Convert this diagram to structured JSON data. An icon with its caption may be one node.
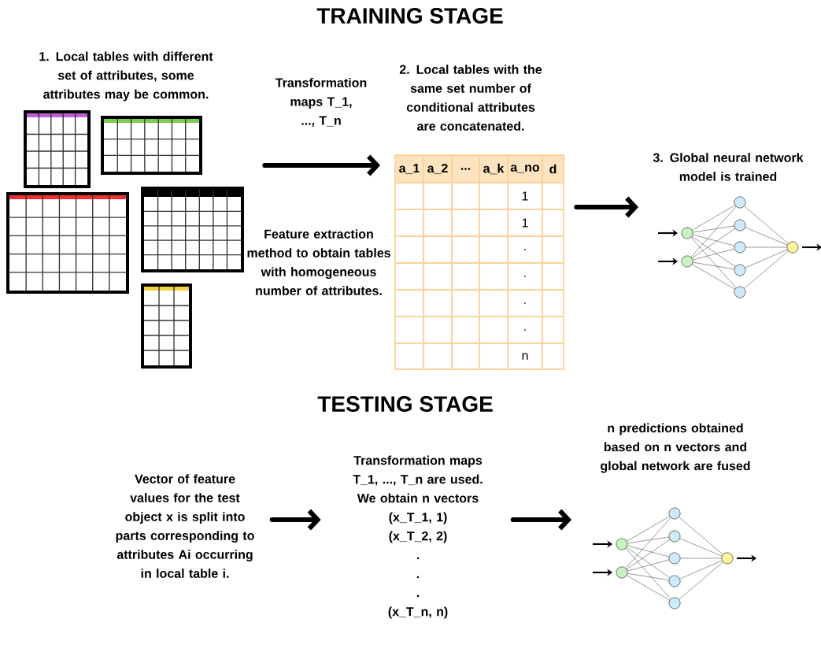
{
  "diagram": {
    "title": "TRAINING STAGE",
    "nodes": [
      {
        "text": [
          "1. Local tables with different set of attributes, some attributes may be common."
        ]
      },
      {
        "text": [
          "2. Local tables with the same set number of conditional attributes are concatenated."
        ]
      },
      {
        "text": [
          "3. Global neural network model is trained"
        ]
      },
      {
        "text": [
          "Vector of feature values for the test object x is split into parts corresponding to attributes Ai occurring in local table i."
        ]
      },
      {
        "text": [
          "Transformation maps T_1, ..., T_n are used.",
          "We obtain n vectors",
          "(x_T_1, 1)",
          "(x_T_2, 2)",
          ".",
          ".",
          ".",
          "(x_T_n, n)"
        ]
      },
      {
        "text": [
          "n predictions obtained based on n vectors and global network are fused"
        ]
      }
    ],
    "edges": [
      {
        "from": 0,
        "to": 1,
        "arrow": "to",
        "label": "Transformation maps T_1, ..., T_n"
      },
      {
        "from": 1,
        "to": 2,
        "arrow": "to"
      },
      {
        "from": 3,
        "to": 4,
        "arrow": "to"
      },
      {
        "from": 4,
        "to": 5,
        "arrow": "to"
      }
    ],
    "labels": [
      "Feature extraction method to obtain tables with homogeneous number of attributes.",
      "a_1",
      "a_2",
      "...",
      "a_k",
      "a_no",
      "d",
      "1",
      "1",
      ".",
      ".",
      ".",
      ".",
      "n",
      "TESTING STAGE"
    ]
  }
}
